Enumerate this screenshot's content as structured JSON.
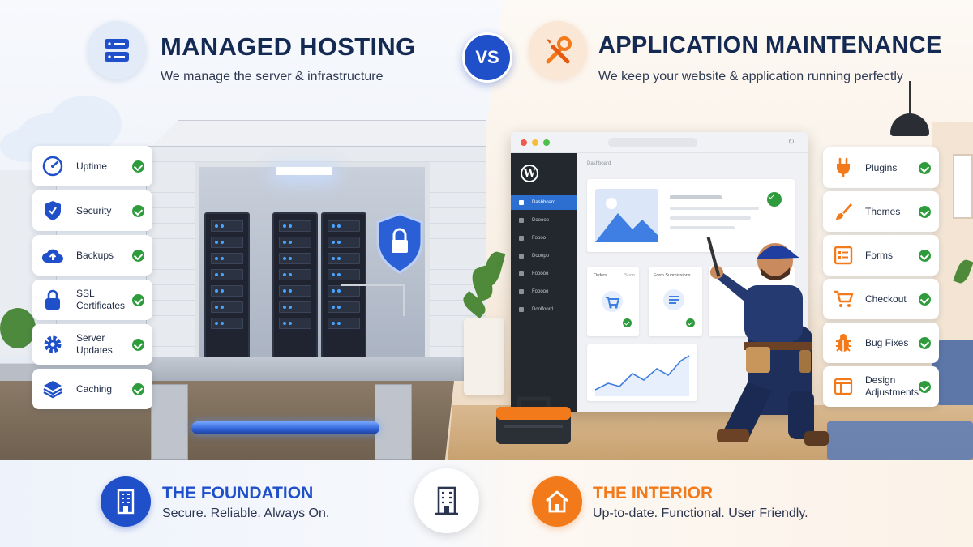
{
  "left": {
    "title": "MANAGED HOSTING",
    "subtitle": "We manage the server & infrastructure",
    "icon": "server-icon",
    "features": [
      {
        "label": "Uptime",
        "icon": "gauge-icon"
      },
      {
        "label": "Security",
        "icon": "shield-icon"
      },
      {
        "label": "Backups",
        "icon": "cloud-upload-icon"
      },
      {
        "label": "SSL\nCertificates",
        "icon": "lock-icon"
      },
      {
        "label": "Server\nUpdates",
        "icon": "gear-icon"
      },
      {
        "label": "Caching",
        "icon": "layers-icon"
      }
    ]
  },
  "vs_label": "VS",
  "right": {
    "title": "APPLICATION MAINTENANCE",
    "subtitle": "We keep your website & application running perfectly",
    "icon": "wrench-screwdriver-icon",
    "features": [
      {
        "label": "Plugins",
        "icon": "plug-icon"
      },
      {
        "label": "Themes",
        "icon": "paintbrush-icon"
      },
      {
        "label": "Forms",
        "icon": "form-icon"
      },
      {
        "label": "Checkout",
        "icon": "cart-icon"
      },
      {
        "label": "Bug Fixes",
        "icon": "bug-icon"
      },
      {
        "label": "Design\nAdjustments",
        "icon": "layout-icon"
      }
    ]
  },
  "dashboard": {
    "heading": "Dashboard",
    "menu": [
      "Dashboard",
      "Dooooo",
      "Foooo",
      "Dooopo",
      "Fooooo",
      "Fooooo",
      "Doolfoord"
    ],
    "active_index": 0,
    "orders_label": "Orders",
    "orders_sub": "Soon",
    "forms_label": "Form Submissions"
  },
  "bottom": {
    "left_title": "THE FOUNDATION",
    "left_sub": "Secure. Reliable. Always On.",
    "center_icon": "building-icon",
    "right_title": "THE INTERIOR",
    "right_sub": "Up-to-date. Functional. User Friendly."
  },
  "colors": {
    "brand_blue": "#1f4fc9",
    "brand_orange": "#f27a1a",
    "check_green": "#2e9b3c",
    "title_navy": "#152a52"
  }
}
